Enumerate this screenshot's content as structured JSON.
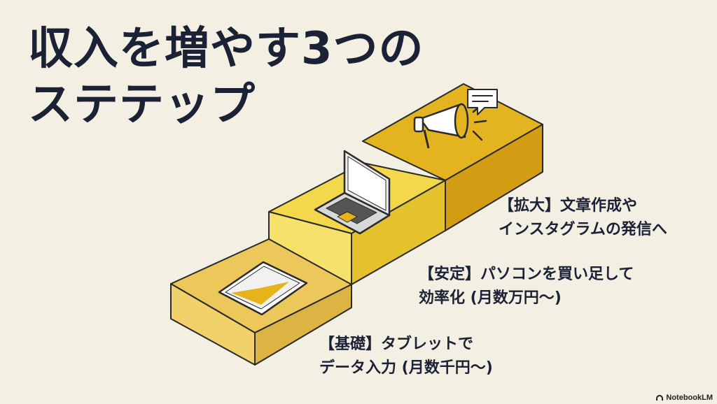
{
  "title": {
    "line1": "収入を増やす3つの",
    "line2": "ステテップ"
  },
  "steps": [
    {
      "id": "basic",
      "level": 1,
      "icon": "tablet-icon",
      "line1": "【基礎】タブレットで",
      "line2": "データ入力 (月数千円〜)"
    },
    {
      "id": "stable",
      "level": 2,
      "icon": "laptop-icon",
      "line1": "【安定】パソコンを買い足して",
      "line2": "効率化 (月数万円〜)"
    },
    {
      "id": "expand",
      "level": 3,
      "icon": "megaphone-icon",
      "line1": "【拡大】文章作成や",
      "line2": "インスタグラムの発信へ"
    }
  ],
  "colors": {
    "background": "#f4efe3",
    "text": "#1b2236",
    "step1_top": "#ecc75a",
    "step2_top": "#f3d84c",
    "step3_top": "#e3b41f",
    "outline": "#2a2a2a"
  },
  "brand": "NotebookLM"
}
